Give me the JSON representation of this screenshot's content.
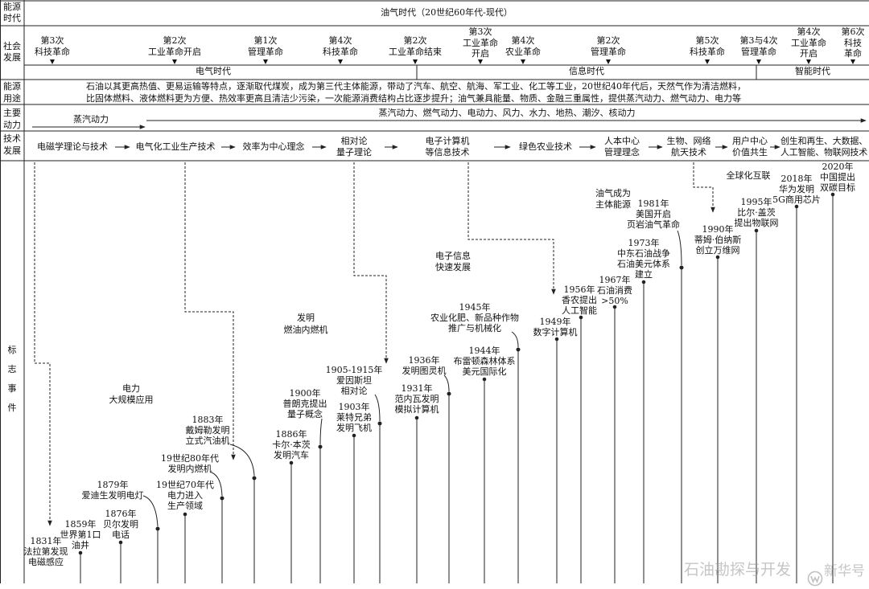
{
  "row_labels": {
    "energy_era": "能源\n时代",
    "social_development": "社会\n发展",
    "energy_use": "能源\n用途",
    "main_power": "主要\n动力",
    "technology": "技术\n发展",
    "milestones": "标\n志\n事\n件"
  },
  "era_title": "油气时代（20世纪60年代-现代）",
  "social": {
    "milestones": [
      "第3次\n科技革命",
      "第2次\n工业革命开启",
      "第1次\n管理革命",
      "第4次\n科技革命",
      "第2次\n工业革命结束",
      "第3次\n工业革命\n开启",
      "第4次\n农业革命",
      "第2次\n管理革命",
      "第5次\n科技革命",
      "第3与4次\n管理革命",
      "第4次\n工业革命\n开启",
      "第6次\n科技\n革命"
    ],
    "periods": [
      "电气时代",
      "信息时代",
      "智能时代"
    ]
  },
  "energy_use": [
    "石油以其更高热值、更易运输等特点，逐渐取代煤炭，成为第三代主体能源，带动了汽车、航空、航海、军工业、化工等工业，20世纪40年代后，天然气作为清洁燃料，",
    "比固体燃料、液体燃料更为方便、热效率更高且清洁少污染，一次能源消费结构占比逐步提升；油气兼具能量、物质、金融三重属性，提供蒸汽动力、燃气动力、电力等"
  ],
  "main_power": {
    "early": "蒸汽动力",
    "modern": "蒸汽动力、燃气动力、电动力、风力、水力、地热、潮汐、核动力"
  },
  "technologies": [
    "电磁学理论与技术",
    "电气化工业生产技术",
    "效率为中心理念",
    "相对论\n量子理论",
    "电子计算机\n等信息技术",
    "绿色农业技术",
    "人本中心\n管理理念",
    "生物、网络\n航天技术",
    "用户中心\n价值共生",
    "创生和再生、大数据、\n人工智能、物联网技术"
  ],
  "events": [
    "1831年\n法拉第发现\n电磁感应",
    "1859年\n世界第1口\n油井",
    "1876年\n贝尔发明\n电话",
    "1879年\n爱迪生发明电灯",
    "19世纪70年代\n电力进入\n生产领域",
    "19世纪80年代\n发明内燃机",
    "1883年\n戴姆勒发明\n立式汽油机",
    "1886年\n卡尔·本茨\n发明汽车",
    "1900年\n普朗克提出\n量子概念",
    "1903年\n莱特兄弟\n发明飞机",
    "1905-1915年\n爱因斯坦\n相对论",
    "1931年\n范内瓦发明\n模拟计算机",
    "1936年\n发明图灵机",
    "1944年\n布雷顿森林体系\n美元国际化",
    "1945年\n农业化肥、新品种作物\n推广与机械化",
    "1949年\n数字计算机",
    "1956年\n香农提出\n人工智能",
    "1967年\n石油消费\n>50%",
    "1973年\n中东石油战争\n石油美元体系\n建立",
    "1981年\n美国开启\n页岩油气革命",
    "1990年\n蒂姆·伯纳斯\n创立万维网",
    "1995年\n比尔·盖茨\n提出物联网",
    "2018年\n华为发明\n5G商用芯片",
    "2020年\n中国提出\n双碳目标"
  ],
  "annotations": [
    "电力\n大规模应用",
    "发明\n燃油内燃机",
    "电子信息\n快速发展",
    "油气成为\n主体能源",
    "全球化互联"
  ],
  "watermark": {
    "source": "石油勘探与开发",
    "brand": "新华号",
    "icon": "xinhua-logo-icon"
  }
}
